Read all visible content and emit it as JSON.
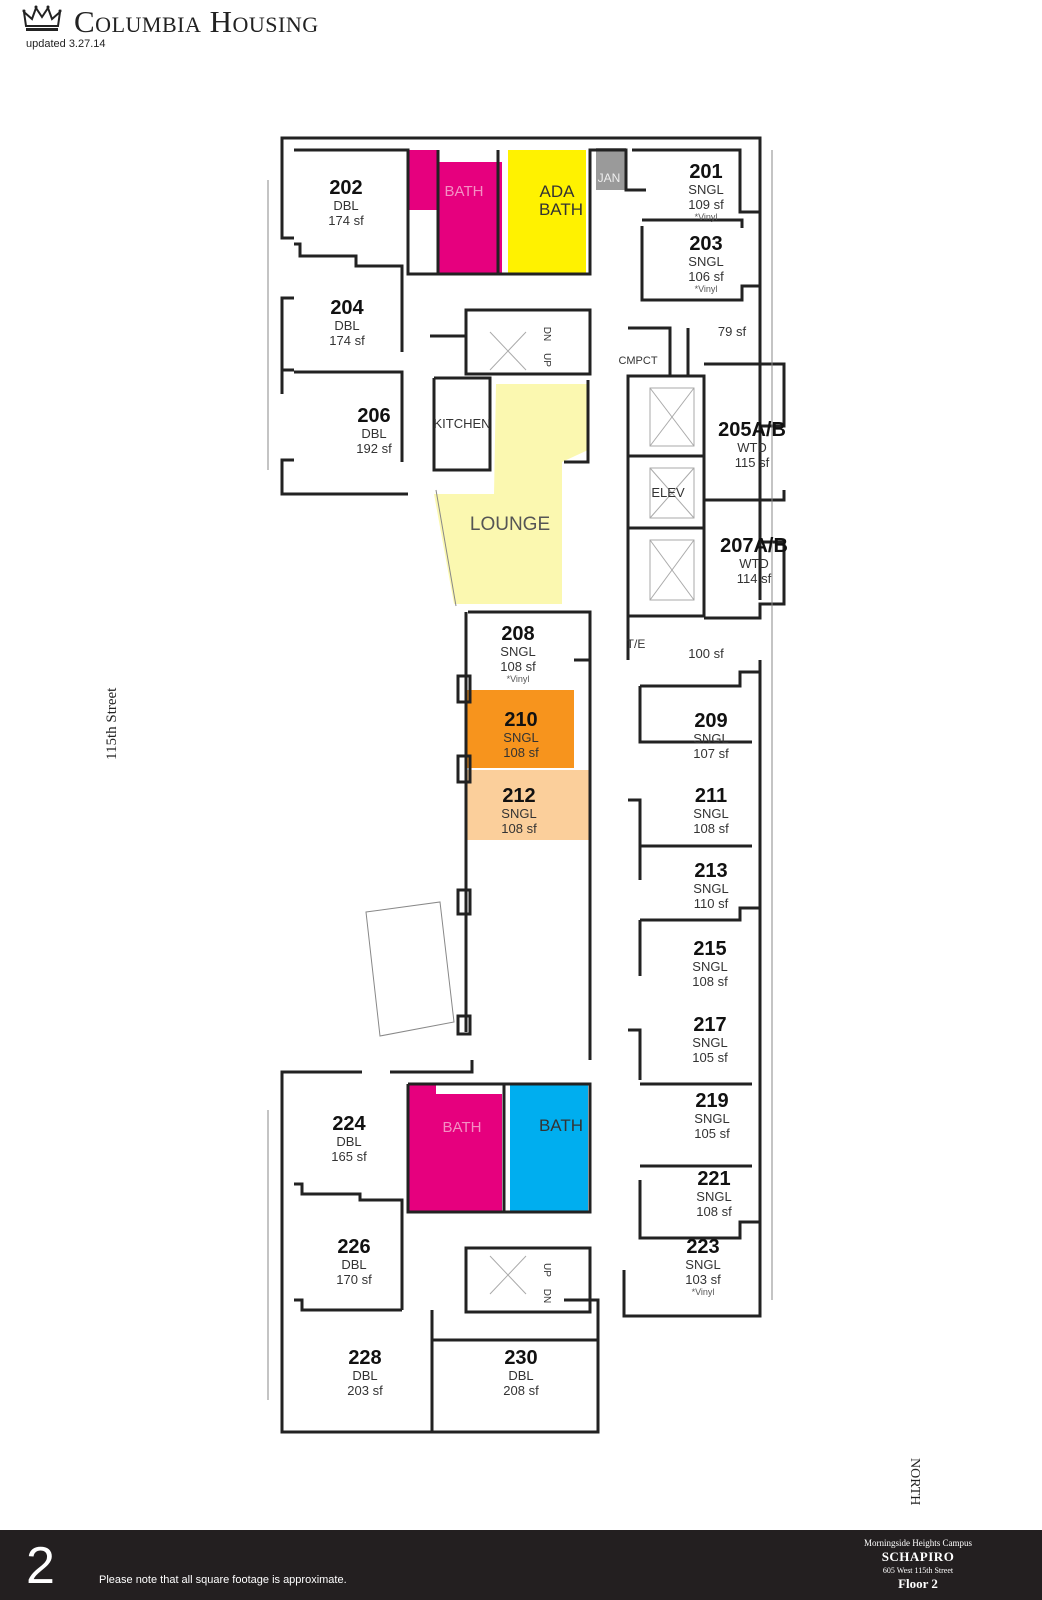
{
  "header": {
    "title": "Columbia Housing",
    "updated": "updated 3.27.14"
  },
  "street_label": "115th Street",
  "north_label": "NORTH",
  "footer": {
    "floor_number": "2",
    "note": "Please note that all square footage is approximate.",
    "campus": "Morningside Heights Campus",
    "building": "SCHAPIRO",
    "address": "605 West 115th Street",
    "floor": "Floor 2"
  },
  "colors": {
    "bath_pink": "#e6007e",
    "ada_yellow": "#fff200",
    "janitor_gray": "#9a9a9a",
    "lounge_yellow": "#fbf8b0",
    "room_210": "#f7941d",
    "room_212": "#fbcf9b",
    "bath_blue": "#00aeef"
  },
  "rooms": [
    {
      "num": "202",
      "type": "DBL",
      "sf": "174 sf"
    },
    {
      "num": "204",
      "type": "DBL",
      "sf": "174 sf"
    },
    {
      "num": "206",
      "type": "DBL",
      "sf": "192 sf"
    },
    {
      "num": "201",
      "type": "SNGL",
      "sf": "109 sf",
      "note": "*Vinyl"
    },
    {
      "num": "203",
      "type": "SNGL",
      "sf": "106 sf",
      "note": "*Vinyl"
    },
    {
      "num": "205A/B",
      "type": "WTD",
      "sf": "115 sf"
    },
    {
      "num": "207A/B",
      "type": "WTD",
      "sf": "114 sf"
    },
    {
      "num": "208",
      "type": "SNGL",
      "sf": "108 sf",
      "note": "*Vinyl"
    },
    {
      "num": "210",
      "type": "SNGL",
      "sf": "108 sf"
    },
    {
      "num": "212",
      "type": "SNGL",
      "sf": "108 sf"
    },
    {
      "num": "209",
      "type": "SNGL",
      "sf": "107 sf"
    },
    {
      "num": "211",
      "type": "SNGL",
      "sf": "108 sf"
    },
    {
      "num": "213",
      "type": "SNGL",
      "sf": "110 sf"
    },
    {
      "num": "215",
      "type": "SNGL",
      "sf": "108 sf"
    },
    {
      "num": "217",
      "type": "SNGL",
      "sf": "105 sf"
    },
    {
      "num": "219",
      "type": "SNGL",
      "sf": "105 sf"
    },
    {
      "num": "221",
      "type": "SNGL",
      "sf": "108 sf"
    },
    {
      "num": "223",
      "type": "SNGL",
      "sf": "103 sf",
      "note": "*Vinyl"
    },
    {
      "num": "224",
      "type": "DBL",
      "sf": "165 sf"
    },
    {
      "num": "226",
      "type": "DBL",
      "sf": "170 sf"
    },
    {
      "num": "228",
      "type": "DBL",
      "sf": "203 sf"
    },
    {
      "num": "230",
      "type": "DBL",
      "sf": "208 sf"
    }
  ],
  "spaces": {
    "bath": "BATH",
    "ada": "ADA",
    "ada_bath": "BATH",
    "jan": "JAN",
    "kitchen": "KITCHEN",
    "lounge": "LOUNGE",
    "elev": "ELEV",
    "cmpct": "CMPCT",
    "te": "T/E",
    "dn": "DN",
    "up": "UP",
    "area_79": "79 sf",
    "area_100": "100 sf"
  }
}
